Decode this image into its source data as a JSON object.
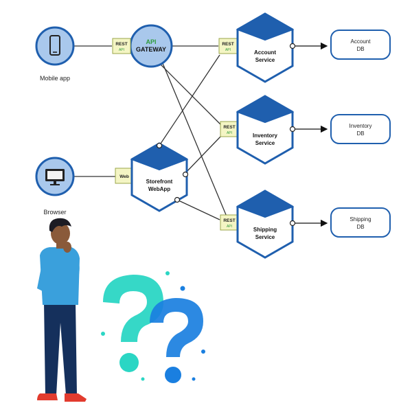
{
  "nodes": {
    "mobile_app": "Mobile app",
    "browser": "Browser",
    "api_gateway": {
      "line1": "API",
      "line2": "GATEWAY"
    },
    "storefront": {
      "line1": "Storefront",
      "line2": "WebApp"
    },
    "account_service": {
      "line1": "Account",
      "line2": "Service"
    },
    "inventory_service": {
      "line1": "Inventory",
      "line2": "Service"
    },
    "shipping_service": {
      "line1": "Shipping",
      "line2": "Service"
    },
    "account_db": {
      "line1": "Account",
      "line2": "DB"
    },
    "inventory_db": {
      "line1": "Inventory",
      "line2": "DB"
    },
    "shipping_db": {
      "line1": "Shipping",
      "line2": "DB"
    }
  },
  "badges": {
    "rest": "REST",
    "api": "API",
    "web": "Web"
  },
  "colors": {
    "node_blue": "#1f5fae",
    "node_fill_light": "#a9c8ec",
    "badge_fill": "#f4f5c4",
    "badge_border": "#9aa64a",
    "gateway_text": "#2e9b3c",
    "qmark_teal": "#2bd6c4",
    "qmark_blue": "#1a7fe0",
    "shirt": "#3aa0dc",
    "pants": "#15305c",
    "shoes": "#e23b2e"
  },
  "icons": {
    "mobile": "smartphone-icon",
    "browser": "monitor-icon"
  }
}
